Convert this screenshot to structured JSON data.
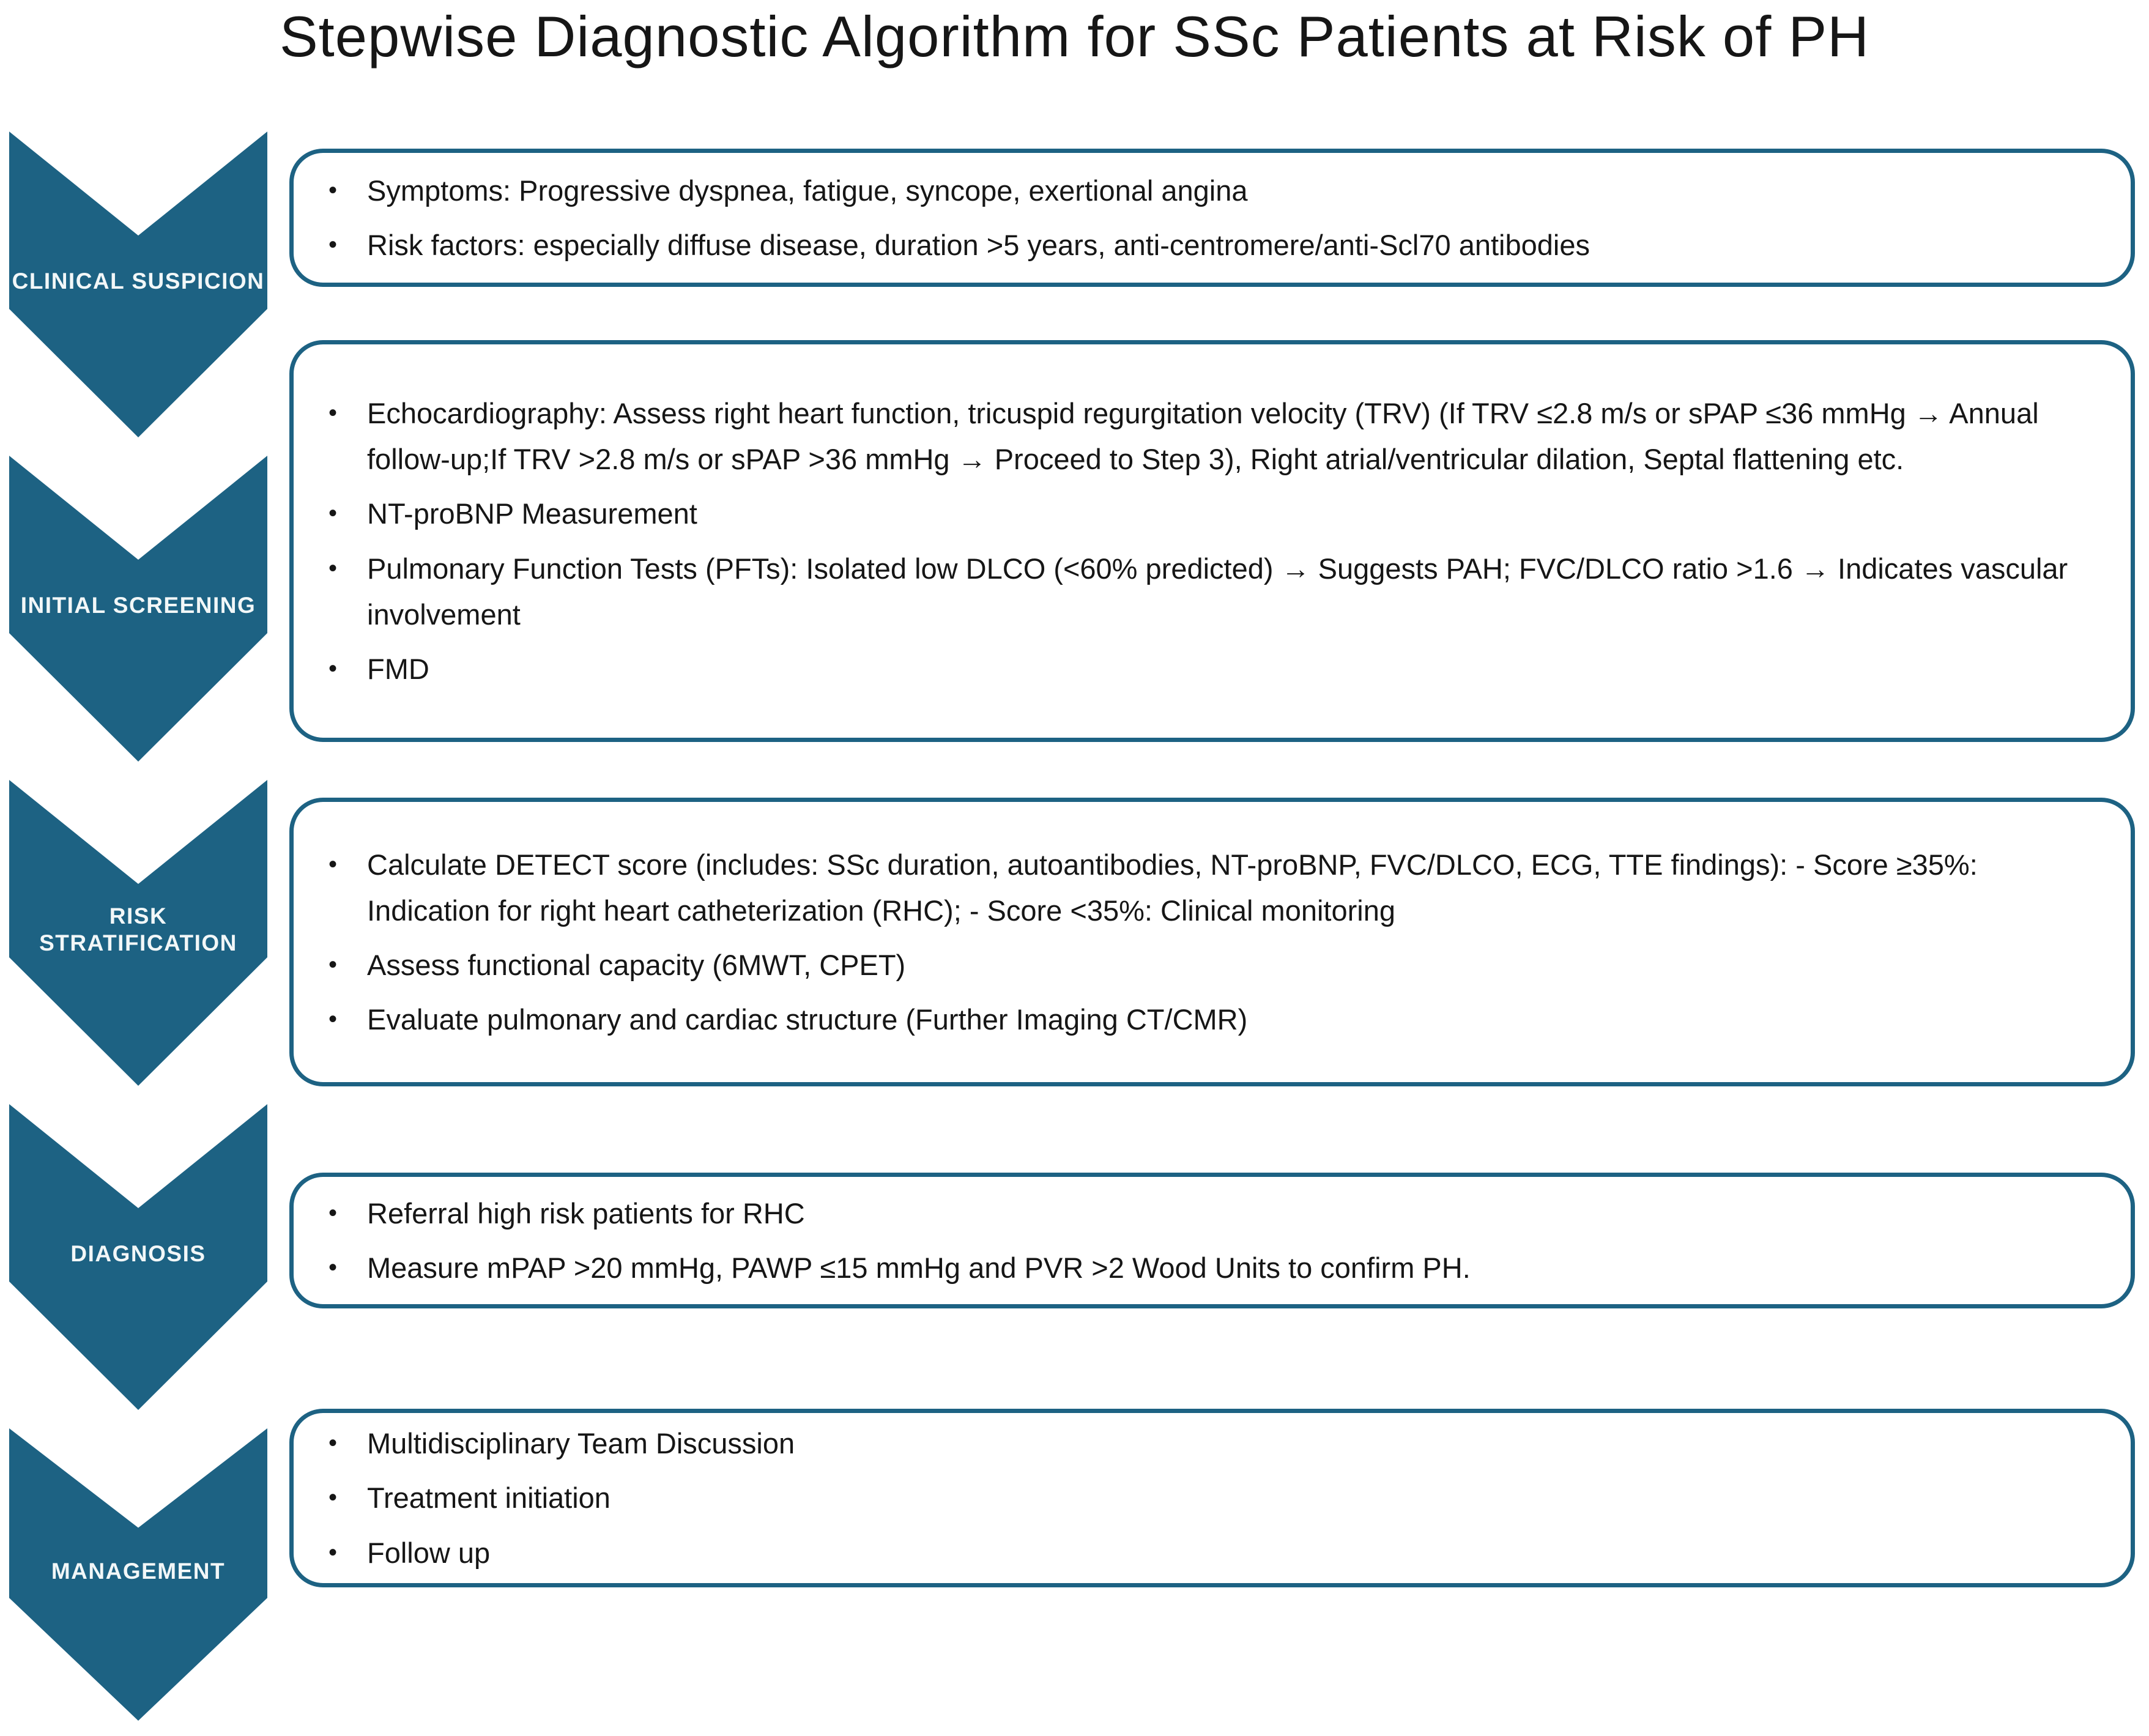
{
  "title": "Stepwise Diagnostic Algorithm for SSc Patients at Risk of PH",
  "bullet_glyph": "•",
  "colors": {
    "chevron_fill": "#1d6283",
    "box_border": "#1d6283",
    "chevron_text": "#f2f7f8",
    "body_text": "#161616",
    "background": "#ffffff"
  },
  "steps": [
    {
      "label": "CLINICAL SUSPICION",
      "bullets": [
        "Symptoms: Progressive dyspnea, fatigue, syncope, exertional angina",
        "Risk factors: especially diffuse disease, duration >5 years, anti-centromere/anti-Scl70 antibodies"
      ]
    },
    {
      "label": "INITIAL SCREENING",
      "bullets": [
        "Echocardiography: Assess right heart function, tricuspid regurgitation velocity (TRV) (If TRV ≤2.8 m/s or sPAP ≤36 mmHg → Annual follow-up;If TRV >2.8 m/s or sPAP >36 mmHg → Proceed to Step 3), Right atrial/ventricular dilation, Septal flattening etc.",
        "NT-proBNP Measurement",
        "Pulmonary Function Tests (PFTs): Isolated low DLCO (<60% predicted) → Suggests PAH; FVC/DLCO ratio >1.6 → Indicates vascular involvement",
        "FMD"
      ]
    },
    {
      "label": "RISK STRATIFICATION",
      "bullets": [
        "Calculate DETECT score (includes: SSc duration, autoantibodies, NT-proBNP, FVC/DLCO, ECG, TTE findings): - Score ≥35%: Indication for right heart catheterization (RHC); - Score <35%: Clinical monitoring",
        "Assess functional capacity (6MWT, CPET)",
        "Evaluate pulmonary and cardiac structure (Further Imaging CT/CMR)"
      ]
    },
    {
      "label": "DIAGNOSIS",
      "bullets": [
        "Referral high risk patients for RHC",
        "Measure mPAP >20 mmHg, PAWP ≤15 mmHg and PVR >2 Wood Units to confirm PH."
      ]
    },
    {
      "label": "MANAGEMENT",
      "bullets": [
        "Multidisciplinary Team Discussion",
        "Treatment initiation",
        "Follow up"
      ]
    }
  ]
}
